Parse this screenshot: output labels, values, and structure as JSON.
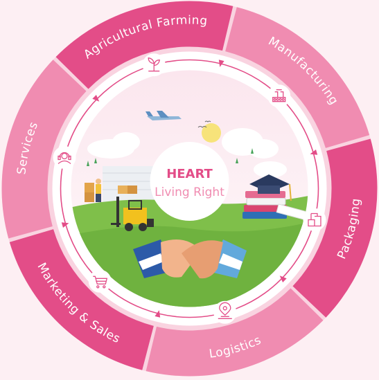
{
  "center": {
    "title": "HEART",
    "subtitle": "Living Right"
  },
  "stages": [
    {
      "label": "Agricultural Farming",
      "icon": "seedling-icon",
      "color": "#e34d88"
    },
    {
      "label": "Manufacturing",
      "icon": "conveyor-factory-icon",
      "color": "#f08cb1"
    },
    {
      "label": "Packaging",
      "icon": "boxes-icon",
      "color": "#e34d88"
    },
    {
      "label": "Logistics",
      "icon": "location-pin-icon",
      "color": "#f08cb1"
    },
    {
      "label": "Marketing & Sales",
      "icon": "shopping-cart-icon",
      "color": "#e34d88"
    },
    {
      "label": "Services",
      "icon": "customer-service-icon",
      "color": "#f08cb1"
    }
  ],
  "colors": {
    "background": "#fdeff3",
    "accent": "#e34d88",
    "accent_light": "#f08cb1",
    "ring_inner": "#f9d3e0",
    "arrow": "#e34d88"
  }
}
